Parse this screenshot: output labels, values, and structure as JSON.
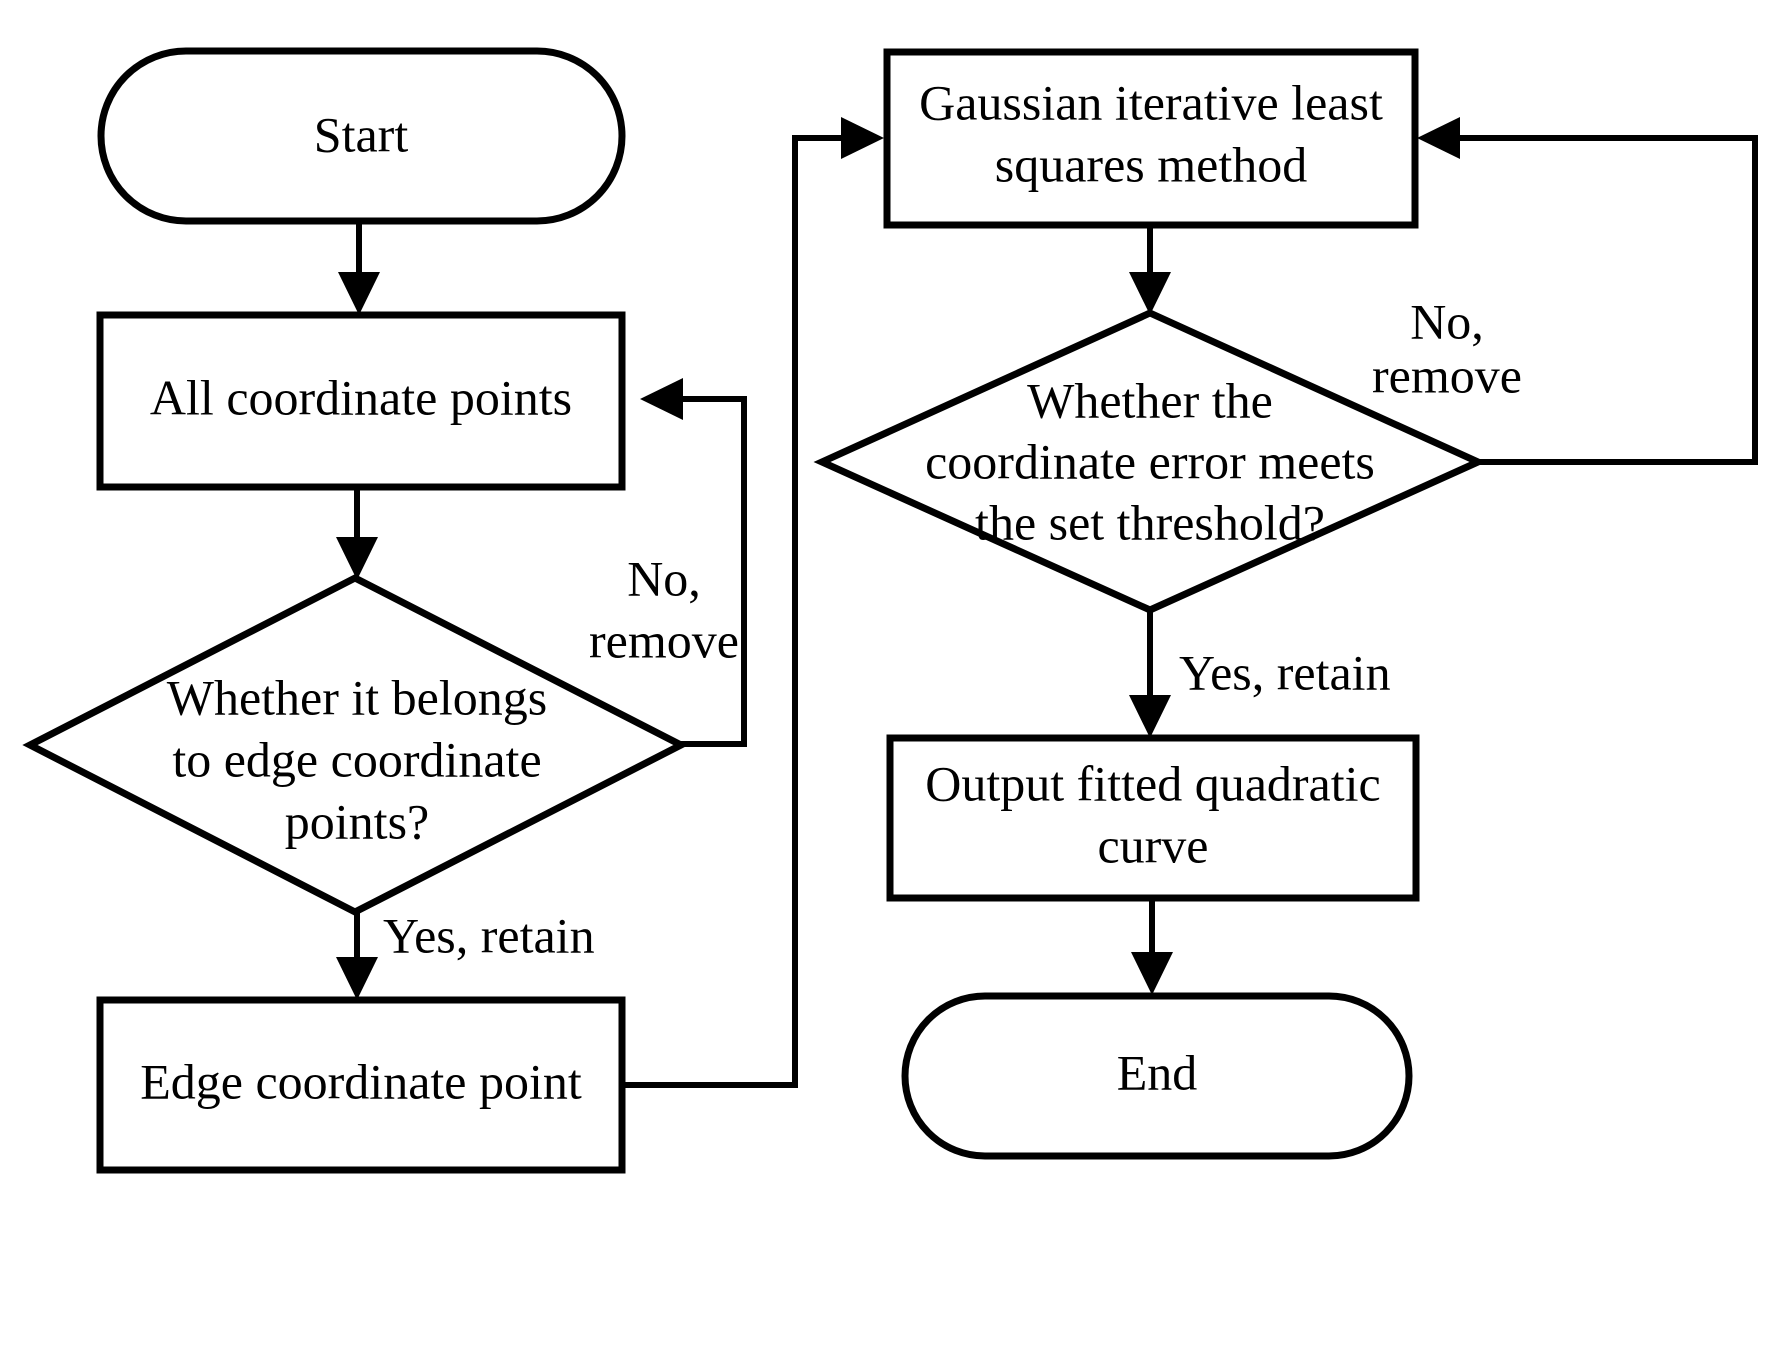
{
  "diagram": {
    "type": "flowchart",
    "title": "",
    "orientation": "two-column",
    "background_color": "#ffffff",
    "line_color": "#000000",
    "text_color": "#000000"
  },
  "nodes": {
    "start": {
      "label": "Start",
      "shape": "stadium"
    },
    "all_points": {
      "label": "All coordinate points",
      "shape": "rectangle"
    },
    "is_edge_point": {
      "line1": "Whether it belongs",
      "line2": "to edge coordinate",
      "line3": "points?",
      "shape": "diamond"
    },
    "edge_point": {
      "label": "Edge coordinate point",
      "shape": "rectangle"
    },
    "gauss": {
      "line1": "Gaussian iterative least",
      "line2": "squares method",
      "shape": "rectangle"
    },
    "error_check": {
      "line1": "Whether the",
      "line2": "coordinate error meets",
      "line3": "the set threshold?",
      "shape": "diamond"
    },
    "output_curve": {
      "line1": "Output fitted quadratic",
      "line2": "curve",
      "shape": "rectangle"
    },
    "end": {
      "label": "End",
      "shape": "stadium"
    }
  },
  "edge_labels": {
    "no_remove_left_line1": "No,",
    "no_remove_left_line2": "remove",
    "yes_retain_left": "Yes, retain",
    "no_remove_right_line1": "No,",
    "no_remove_right_line2": "remove",
    "yes_retain_right": "Yes, retain"
  }
}
